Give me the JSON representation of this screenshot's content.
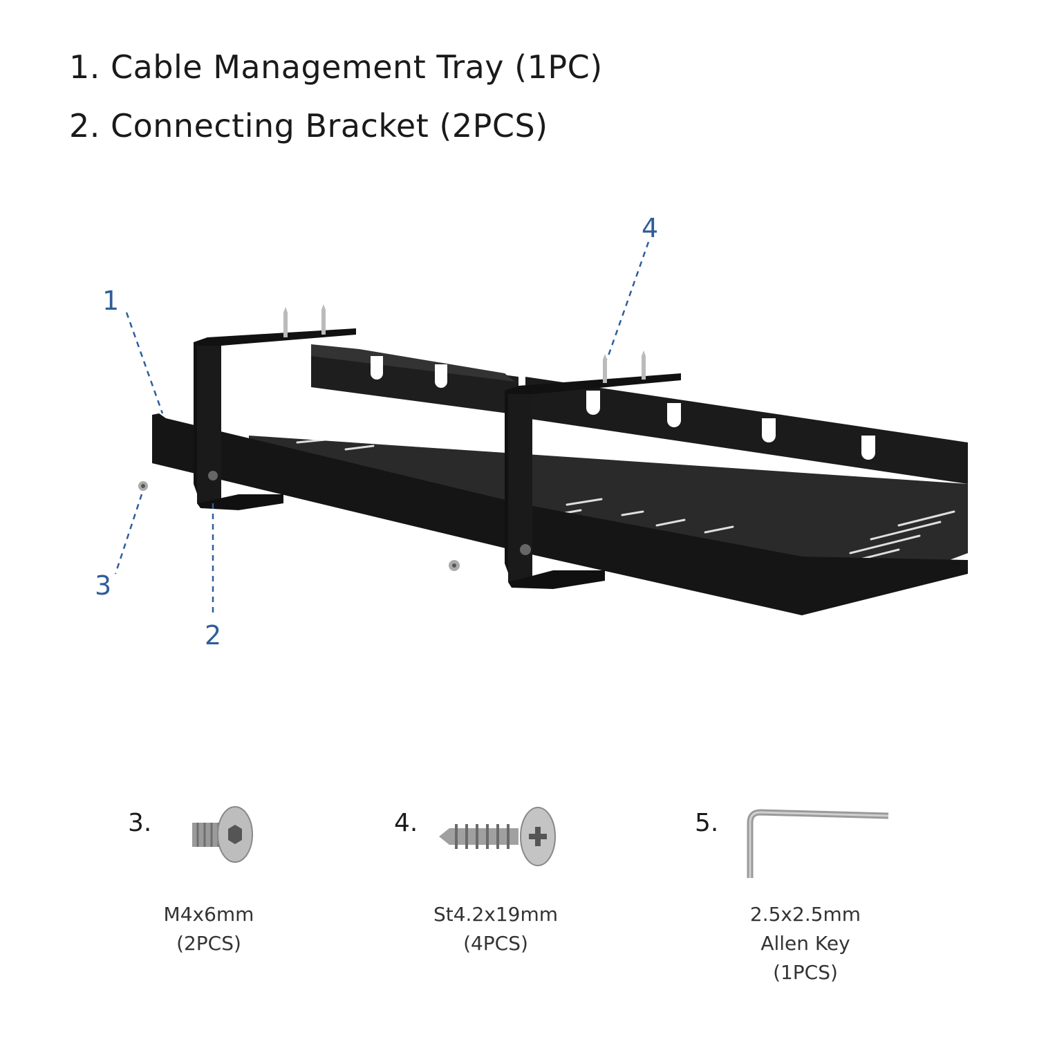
{
  "headings": [
    "1. Cable Management Tray (1PC)",
    "2. Connecting Bracket (2PCS)"
  ],
  "callouts": [
    "1",
    "2",
    "3",
    "4"
  ],
  "hardware": [
    {
      "num": "3.",
      "icon": "hex-socket-screw-icon",
      "lines": [
        "M4x6mm",
        "(2PCS)"
      ]
    },
    {
      "num": "4.",
      "icon": "wood-screw-icon",
      "lines": [
        "St4.2x19mm",
        "(4PCS)"
      ]
    },
    {
      "num": "5.",
      "icon": "allen-key-icon",
      "lines": [
        "2.5x2.5mm",
        "Allen Key",
        "(1PCS)"
      ]
    }
  ],
  "colors": {
    "callout": "#2f5d9a",
    "metal": "#1c1c1c",
    "text": "#1a1a1a"
  }
}
